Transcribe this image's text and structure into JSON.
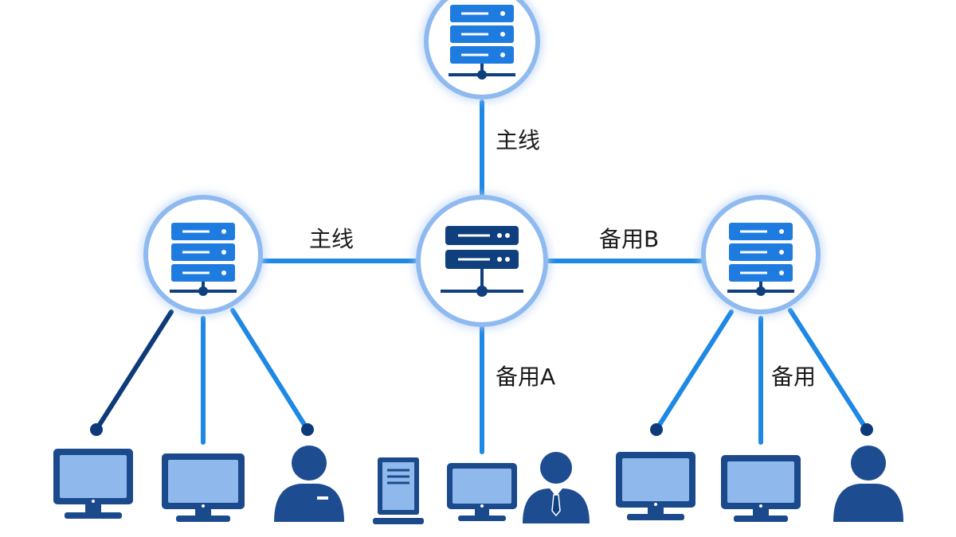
{
  "edges": {
    "top_center": {
      "label": "主线"
    },
    "left_center": {
      "label": "主线"
    },
    "center_right": {
      "label": "备用B"
    },
    "center_bottom": {
      "label": "备用A"
    },
    "right_clients": {
      "label": "备用"
    }
  },
  "colors": {
    "primary_line": "#1e88e5",
    "dark_line": "#0d3b7a",
    "ring": "#8fbaf0",
    "server_blue": "#1e7be0",
    "server_dark": "#0f3f7d",
    "device_dark": "#1b4a8c",
    "screen_fill": "#8fb9ec",
    "person_dark": "#1d4c90"
  },
  "icons": {
    "server_top": "server-icon",
    "server_left": "server-icon",
    "server_center": "server-icon",
    "server_right": "server-icon",
    "clients": [
      "monitor-icon",
      "monitor-icon",
      "person-icon",
      "document-terminal-icon",
      "monitor-icon",
      "person-tie-icon",
      "monitor-icon",
      "monitor-icon",
      "person-icon"
    ]
  }
}
